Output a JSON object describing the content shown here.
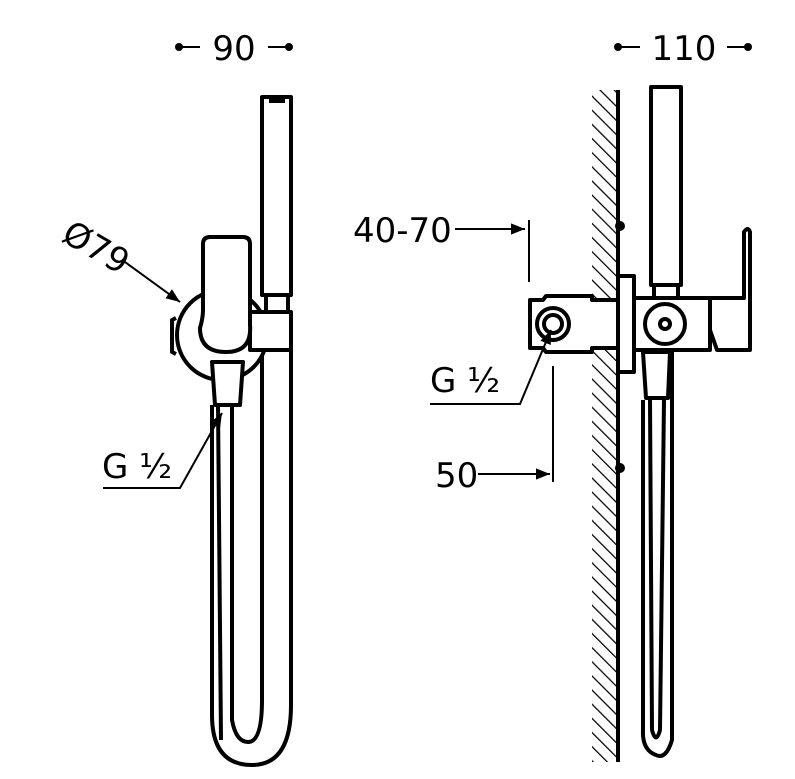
{
  "title": "Wall-mounted hand shower set dimension drawing",
  "dimensions": {
    "front_width": "90",
    "side_depth": "110",
    "escutcheon_diameter": "Ø79",
    "front_connection": "G ½",
    "side_connection": "G ½",
    "recess_depth": "40-70",
    "connection_offset": "50"
  },
  "colors": {
    "line": "#000000",
    "background": "#ffffff"
  }
}
